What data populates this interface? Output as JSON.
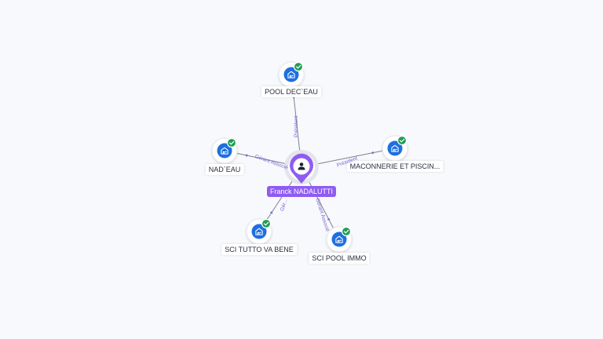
{
  "colors": {
    "accent": "#8f5cf2",
    "edge_label": "#7a63d6",
    "company_icon": "#1f6fe0",
    "verified_badge": "#1f9d55",
    "edge_line": "#7d8091",
    "node_ring": "#e6e7ee"
  },
  "center": {
    "name": "Franck NADALUTTI",
    "icon": "person-icon"
  },
  "companies": [
    {
      "id": "pool-dec-eau",
      "name": "POOL DEC`EAU",
      "icon": "house-icon",
      "badge": "check-icon",
      "role": "Président"
    },
    {
      "id": "nad-eau",
      "name": "NAD`EAU",
      "icon": "house-icon",
      "badge": "check-icon",
      "role": "Gérant Associé"
    },
    {
      "id": "maconnerie",
      "name": "MACONNERIE ET PISCIN...",
      "icon": "house-icon",
      "badge": "check-icon",
      "role": "Président"
    },
    {
      "id": "sci-tutto",
      "name": "SCI TUTTO VA BENE",
      "icon": "house-icon",
      "badge": "check-icon",
      "role": "Gér..."
    },
    {
      "id": "sci-pool-immo",
      "name": "SCI POOL IMMO",
      "icon": "house-icon",
      "badge": "check-icon",
      "role": "Gérant Associé"
    }
  ]
}
